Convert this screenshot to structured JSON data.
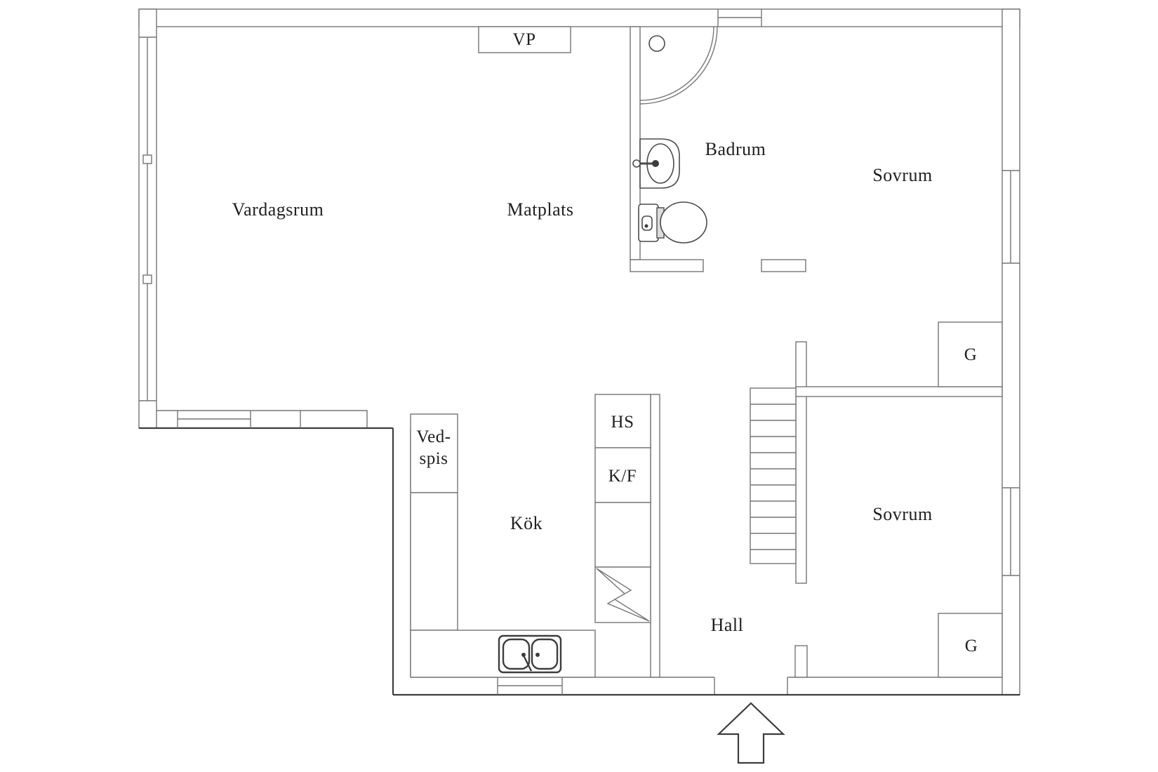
{
  "document": {
    "kind": "floor-plan",
    "language": "sv"
  },
  "colors": {
    "background": "#ffffff",
    "wall_line": "#757575",
    "dark_line": "#3d3d3d",
    "text": "#1f1f1f"
  },
  "rooms": {
    "vardagsrum": {
      "label": "Vardagsrum"
    },
    "matplats": {
      "label": "Matplats"
    },
    "badrum": {
      "label": "Badrum"
    },
    "sovrum_top": {
      "label": "Sovrum"
    },
    "sovrum_bottom": {
      "label": "Sovrum"
    },
    "kok": {
      "label": "Kök"
    },
    "hall": {
      "label": "Hall"
    }
  },
  "labels": {
    "vp": "VP",
    "hs": "HS",
    "kf": "K/F",
    "vedspis_line1": "Ved-",
    "vedspis_line2": "spis",
    "g_top": "G",
    "g_bottom": "G"
  }
}
